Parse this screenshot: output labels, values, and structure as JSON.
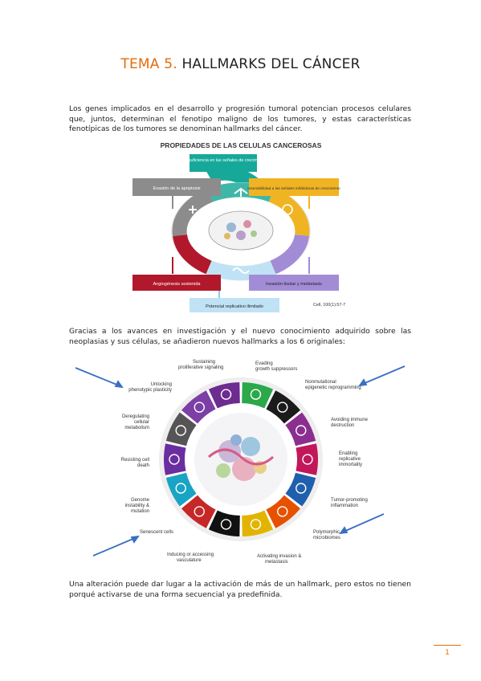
{
  "title": {
    "number": "TEMA 5.",
    "text": " HALLMARKS DEL CÁNCER"
  },
  "paragraph1": "Los genes implicados en el desarrollo y progresión tumoral potencian procesos celulares que, juntos, determinan el fenotipo maligno de los tumores, y estas características fenotípicas de los tumores se denominan hallmarks del cáncer.",
  "figure1": {
    "title": "PROPIEDADES DE LAS CELULAS CANCEROSAS",
    "labels": {
      "top": "Autosuficiencia en las señales de crecimiento",
      "top_left": "Evasión de la apoptosis",
      "top_right": "Insensibilidad a las señales inhibidoras de crecimiento",
      "bottom_left": "Angiogénesis sostenida",
      "bottom_right": "Invasión tisular y metástasis",
      "bottom": "Potencial replicativo ilimitado"
    },
    "citation": "Cell, 100(1):57-7",
    "colors": {
      "top": "#16a99a",
      "top_left": "#8c8c8c",
      "top_right": "#f0b423",
      "bottom_left": "#b2182b",
      "bottom_right": "#a38cd6",
      "bottom": "#bfe3f5"
    }
  },
  "paragraph2": "Gracias a los avances en investigación y el nuevo conocimiento adquirido sobre las neoplasias y sus células, se añadieron nuevos hallmarks a los 6 originales:",
  "figure2": {
    "labels": {
      "sustaining": "Sustaining proliferative signaling",
      "evading": "Evading growth suppressors",
      "nonmutational": "Nonmutational epigenetic reprogramming",
      "avoiding": "Avoiding immune destruction",
      "enabling": "Enabling replicative immortality",
      "tumor": "Tumor-promoting inflammation",
      "polymorphic": "Polymorphic microbiomes",
      "activating": "Activating invasion & metastasis",
      "inducing": "Inducing or accessing vasculature",
      "senescent": "Senescent cells",
      "genome": "Genome instability & mutation",
      "resisting": "Resisting cell death",
      "deregulating": "Deregulating cellular metabolism",
      "unlocking": "Unlocking phenotypic plasticity"
    },
    "arrow_color": "#3a6fc4"
  },
  "paragraph3": "Una alteración puede dar lugar a la activación de más de un hallmark, pero estos no tienen porqué activarse de una forma secuencial ya predefinida.",
  "page_number": "1"
}
